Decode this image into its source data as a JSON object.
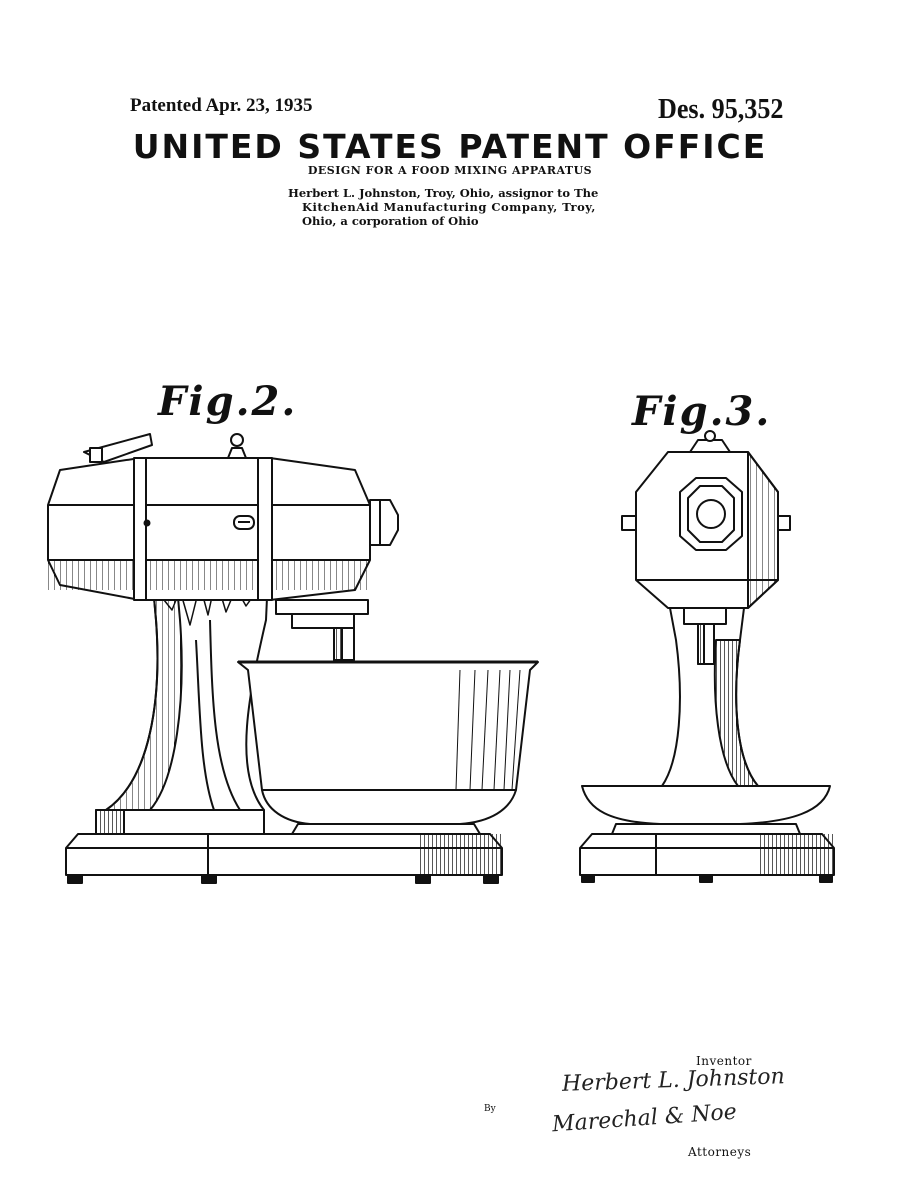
{
  "header": {
    "patented": "Patented Apr. 23, 1935",
    "design_number": "Des. 95,352",
    "office": "UNITED STATES PATENT OFFICE",
    "design_title": "DESIGN FOR A FOOD MIXING APPARATUS",
    "assignment": {
      "line1": "Herbert L. Johnston, Troy, Ohio, assignor to The",
      "line2": "KitchenAid Manufacturing Company, Troy,",
      "line3": "Ohio, a corporation of Ohio"
    }
  },
  "figures": {
    "fig2_label": "Fig.2.",
    "fig3_label": "Fig.3."
  },
  "signatures": {
    "inventor_label": "Inventor",
    "inventor_signature": "Herbert L. Johnston",
    "by_label": "By",
    "attorney_signature": "Marechal & Noe",
    "attorneys_label": "Attorneys"
  },
  "colors": {
    "ink": "#111111",
    "paper": "#ffffff"
  }
}
